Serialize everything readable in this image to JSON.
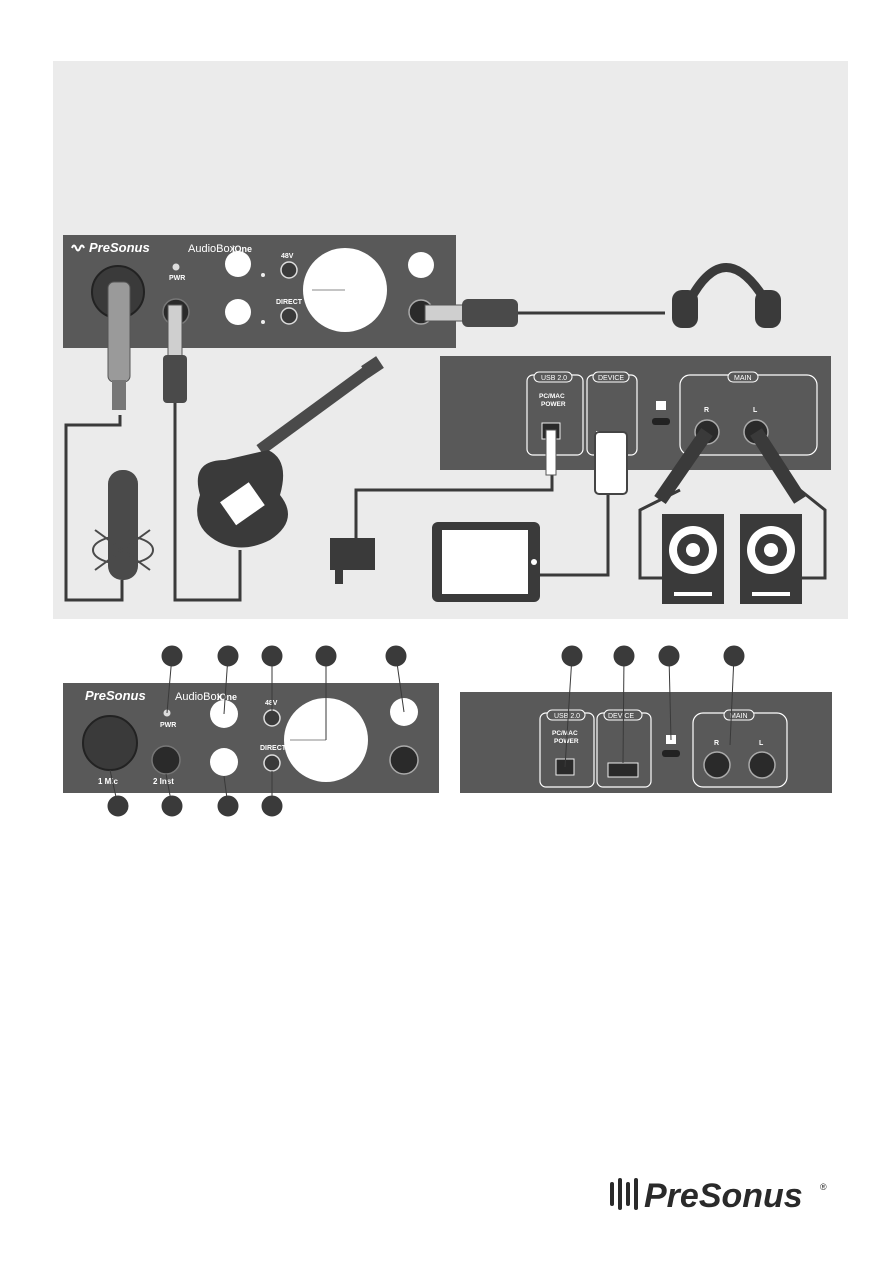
{
  "front_panel": {
    "brand": "PreSonus",
    "model": "AudioBox",
    "model_suffix": "iOne",
    "pwr_label": "PWR",
    "phantom_label": "48V",
    "direct_label": "DIRECT",
    "input1_label": "1 Mic",
    "input2_label": "2 Inst"
  },
  "rear_panel": {
    "usb_label": "USB 2.0",
    "usb_sub1": "PC/MAC",
    "usb_sub2": "POWER",
    "device_label": "DEVICE",
    "main_label": "MAIN",
    "right_label": "R",
    "left_label": "L"
  },
  "footer": {
    "brand": "PreSonus",
    "trademark": "®"
  },
  "colors": {
    "panel": "#595959",
    "panel_dark": "#3a3a3a",
    "background_box": "#ebebeb",
    "callout": "#3a3a3a",
    "white": "#ffffff"
  }
}
